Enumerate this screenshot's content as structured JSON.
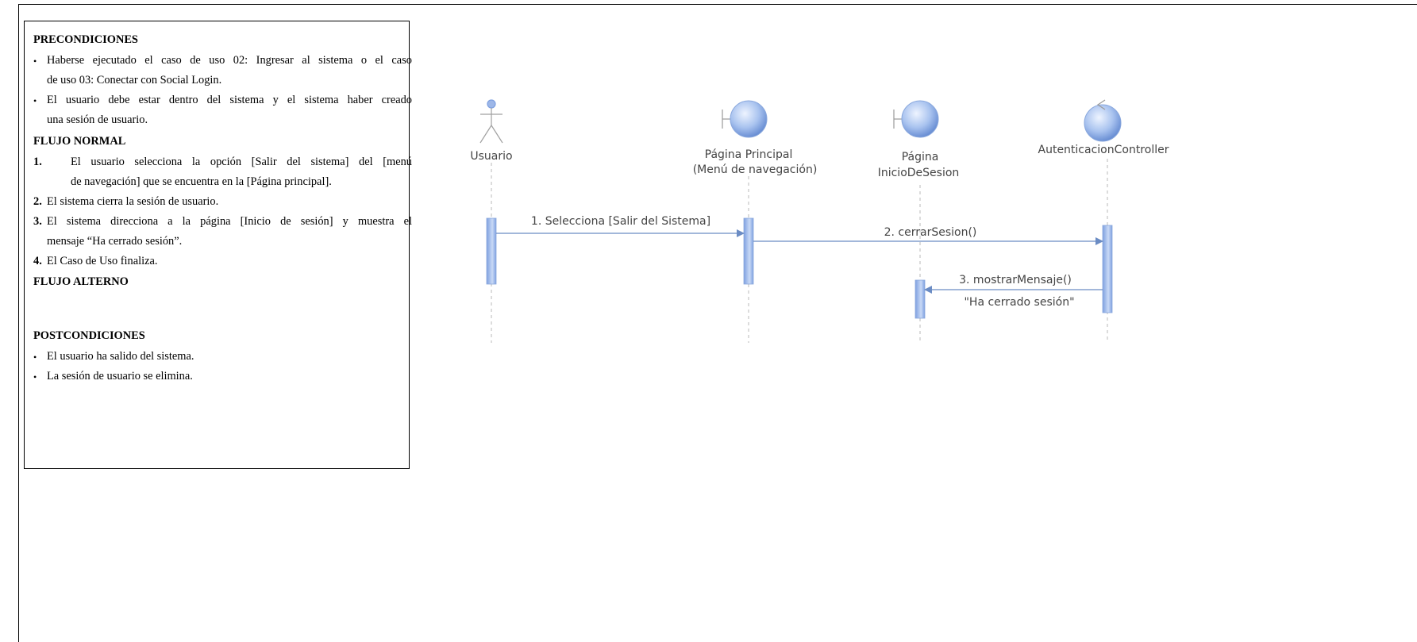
{
  "spec": {
    "precondiciones": {
      "title": "PRECONDICIONES",
      "items": [
        [
          "Haberse ejecutado el caso de uso 02: Ingresar al sistema o el caso",
          "de uso 03: Conectar con Social Login."
        ],
        [
          "El usuario debe estar dentro del sistema y el sistema haber creado",
          "una sesión de usuario."
        ]
      ]
    },
    "flujo_normal": {
      "title": "FLUJO NORMAL",
      "steps": [
        {
          "num": "1.",
          "lines": [
            "El usuario selecciona la opción [Salir del sistema] del [menú",
            "de navegación] que se encuentra en la [Página principal]."
          ]
        },
        {
          "num": "2.",
          "lines": [
            "El sistema cierra la sesión de usuario."
          ]
        },
        {
          "num": "3.",
          "lines": [
            "El sistema direcciona a la página [Inicio de sesión] y muestra el",
            "mensaje “Ha cerrado sesión”."
          ]
        },
        {
          "num": "4.",
          "lines": [
            "El Caso de Uso finaliza."
          ]
        }
      ]
    },
    "flujo_alterno": {
      "title": "FLUJO ALTERNO"
    },
    "postcondiciones": {
      "title": "POSTCONDICIONES",
      "items": [
        "El usuario ha salido del sistema.",
        "La sesión de usuario se elimina."
      ]
    },
    "bullet_char": "•"
  },
  "diagram": {
    "lifelines": {
      "actor": "Usuario",
      "pagina_principal": [
        "Página Principal",
        "(Menú de navegación)"
      ],
      "pagina_inicio": [
        "Página",
        "InicioDeSesion"
      ],
      "controller": "AutenticacionController"
    },
    "messages": {
      "m1": "1. Selecciona [Salir del Sistema]",
      "m2": "2. cerrarSesion()",
      "m3": "3. mostrarMensaje()",
      "m3_note": "\"Ha cerrado sesión\""
    },
    "colors": {
      "lifeline": "#b0b0b0",
      "arrow": "#6b8cc4",
      "activation_light": "#dfe9fb",
      "activation_dark": "#7ea0e0",
      "text": "#444444"
    }
  }
}
